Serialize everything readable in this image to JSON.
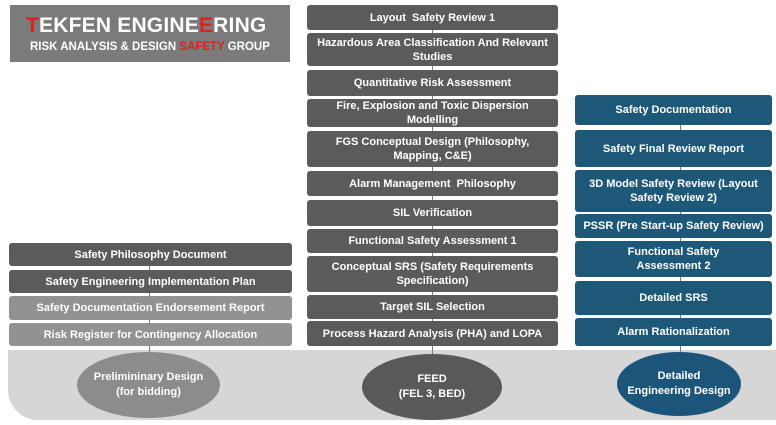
{
  "logo": {
    "first_letter": "T",
    "title_part1": "EKFEN ENGINE",
    "title_red_letter": "E",
    "title_part2": "RING",
    "subtitle_part1": "RISK ANALYSIS & DESIGN ",
    "subtitle_red": "SAFETY",
    "subtitle_part2": " GROUP"
  },
  "colors": {
    "dark": "#5b5b5b",
    "light": "#929292",
    "blue": "#1d5878",
    "red": "#e0201c"
  },
  "preliminary": {
    "items": [
      "Safety Philosophy Document",
      "Safety Engineering Implementation Plan",
      "Safety Documentation Endorsement Report",
      "Risk Register for Contingency Allocation"
    ],
    "phase_line1": "Prelimininary Design",
    "phase_line2": "(for bidding)"
  },
  "feed": {
    "items": [
      "Layout  Safety Review 1",
      "Hazardous Area Classification And Relevant Studies",
      "Quantitative Risk Assessment",
      "Fire, Explosion and Toxic Dispersion Modelling",
      "FGS Conceptual Design (Philosophy, Mapping, C&E)",
      "Alarm Management  Philosophy",
      "SIL Verification",
      "Functional Safety Assessment 1",
      "Conceptual SRS (Safety Requirements Specification)",
      "Target SIL Selection",
      "Process Hazard Analysis (PHA) and LOPA"
    ],
    "phase_line1": "FEED",
    "phase_line2": "(FEL 3, BED)"
  },
  "detailed": {
    "items": [
      "Safety Documentation",
      "Safety Final Review Report",
      "3D Model Safety Review (Layout Safety Review 2)",
      "PSSR (Pre Start-up Safety Review)",
      "Functional Safety Assessment 2",
      "Detailed SRS",
      "Alarm Rationalization"
    ],
    "phase_line1": "Detailed",
    "phase_line2": "Engineering Design"
  }
}
